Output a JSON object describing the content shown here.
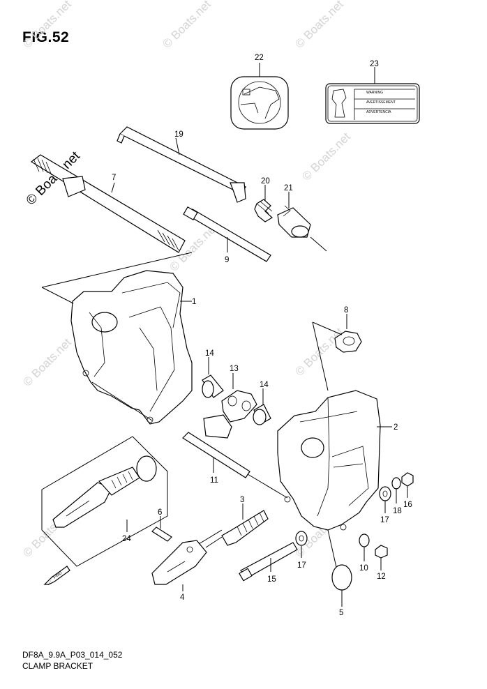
{
  "figure": {
    "title": "FIG.52",
    "code": "DF8A_9.9A_P03_014_052",
    "name": "CLAMP BRACKET"
  },
  "watermark": {
    "text": "© Boats.net"
  },
  "direction_arrow": {
    "label": "FWD"
  },
  "callouts": [
    {
      "id": "c1",
      "number": "1"
    },
    {
      "id": "c2",
      "number": "2"
    },
    {
      "id": "c3",
      "number": "3"
    },
    {
      "id": "c4",
      "number": "4"
    },
    {
      "id": "c5",
      "number": "5"
    },
    {
      "id": "c6",
      "number": "6"
    },
    {
      "id": "c7",
      "number": "7"
    },
    {
      "id": "c8",
      "number": "8"
    },
    {
      "id": "c9",
      "number": "9"
    },
    {
      "id": "c10",
      "number": "10"
    },
    {
      "id": "c11",
      "number": "11"
    },
    {
      "id": "c12",
      "number": "12"
    },
    {
      "id": "c13",
      "number": "13"
    },
    {
      "id": "c14a",
      "number": "14"
    },
    {
      "id": "c14b",
      "number": "14"
    },
    {
      "id": "c15",
      "number": "15"
    },
    {
      "id": "c16",
      "number": "16"
    },
    {
      "id": "c17a",
      "number": "17"
    },
    {
      "id": "c17b",
      "number": "17"
    },
    {
      "id": "c18",
      "number": "18"
    },
    {
      "id": "c19",
      "number": "19"
    },
    {
      "id": "c20",
      "number": "20"
    },
    {
      "id": "c21",
      "number": "21"
    },
    {
      "id": "c22",
      "number": "22"
    },
    {
      "id": "c23",
      "number": "23"
    },
    {
      "id": "c24",
      "number": "24"
    }
  ],
  "label_23": {
    "lines": [
      "WARNING",
      "AVERTISSEMENT",
      "ADVERTENCIA"
    ]
  }
}
